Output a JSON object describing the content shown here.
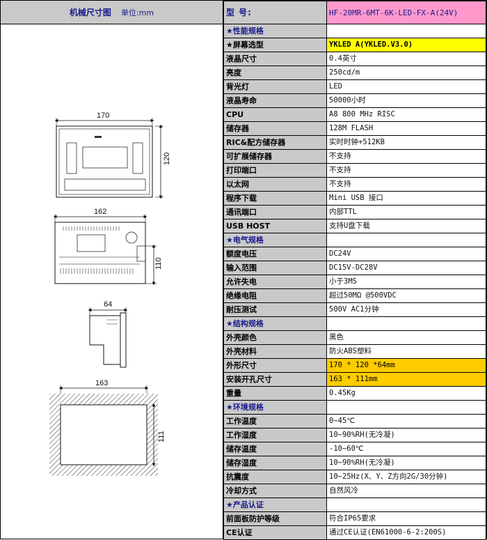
{
  "drawing": {
    "title": "机械尺寸图",
    "unit": "单位:mm",
    "views": [
      {
        "name": "front",
        "width_label": "170",
        "height_label": "120"
      },
      {
        "name": "back",
        "width_label": "162",
        "height_label": "110"
      },
      {
        "name": "side",
        "depth_label": "64"
      },
      {
        "name": "cutout",
        "width_label": "163",
        "height_label": "111"
      }
    ]
  },
  "spec": {
    "model": {
      "label": "型    号:",
      "value": "HF-20MR-6MT-6K-LED-FX-A(24V)"
    },
    "rows": [
      {
        "label": "★性能规格",
        "value": "",
        "style": "section"
      },
      {
        "label": "★屏幕选型",
        "value": "YKLED A(YKLED.V3.0)",
        "style": "hl-y"
      },
      {
        "label": "液晶尺寸",
        "value": "0.4英寸"
      },
      {
        "label": "亮度",
        "value": "250cd/m"
      },
      {
        "label": "背光灯",
        "value": "LED"
      },
      {
        "label": "液晶寿命",
        "value": "50000小时"
      },
      {
        "label": "CPU",
        "value": "A8 800 MHz RISC"
      },
      {
        "label": "储存器",
        "value": "128M FLASH"
      },
      {
        "label": "RIC&配方储存器",
        "value": "实时时钟+512KB"
      },
      {
        "label": "可扩展储存器",
        "value": "不支持"
      },
      {
        "label": "打印端口",
        "value": "不支持"
      },
      {
        "label": "以太网",
        "value": "不支持"
      },
      {
        "label": "程序下载",
        "value": "Mini USB 接口"
      },
      {
        "label": "通讯端口",
        "value": "内部TTL"
      },
      {
        "label": "USB HOST",
        "value": "支持U盘下载"
      },
      {
        "label": "★电气规格",
        "value": "",
        "style": "section"
      },
      {
        "label": "额度电压",
        "value": "DC24V"
      },
      {
        "label": "输入范围",
        "value": "DC15V-DC28V"
      },
      {
        "label": "允许失电",
        "value": "小于3MS"
      },
      {
        "label": "绝缘电阻",
        "value": "超过50MΩ @500VDC"
      },
      {
        "label": "耐压测试",
        "value": "500V AC1分钟"
      },
      {
        "label": "★结构规格",
        "value": "",
        "style": "section"
      },
      {
        "label": "外壳颜色",
        "value": "黑色"
      },
      {
        "label": "外壳材料",
        "value": "防火ABS塑料"
      },
      {
        "label": "外形尺寸",
        "value": "170 * 120 *64mm",
        "style": "hl-o"
      },
      {
        "label": "安装开孔尺寸",
        "value": "163 * 111mm",
        "style": "hl-o"
      },
      {
        "label": "重量",
        "value": "0.45Kg"
      },
      {
        "label": "★环境规格",
        "value": "",
        "style": "section"
      },
      {
        "label": "工作温度",
        "value": "0~45℃"
      },
      {
        "label": "工作湿度",
        "value": "10~90%RH(无冷凝)"
      },
      {
        "label": "储存温度",
        "value": "-10~60℃"
      },
      {
        "label": "储存湿度",
        "value": "10~90%RH(无冷凝)"
      },
      {
        "label": "抗震度",
        "value": "10~25Hz(X、Y、Z方向2G/30分钟)"
      },
      {
        "label": "冷却方式",
        "value": "自然风冷"
      },
      {
        "label": "★产品认证",
        "value": "",
        "style": "section"
      },
      {
        "label": "前面板防护等级",
        "value": "符合IP65要求"
      },
      {
        "label": "CE认证",
        "value": "通过CE认证(EN61000-6-2:200S)"
      }
    ]
  }
}
